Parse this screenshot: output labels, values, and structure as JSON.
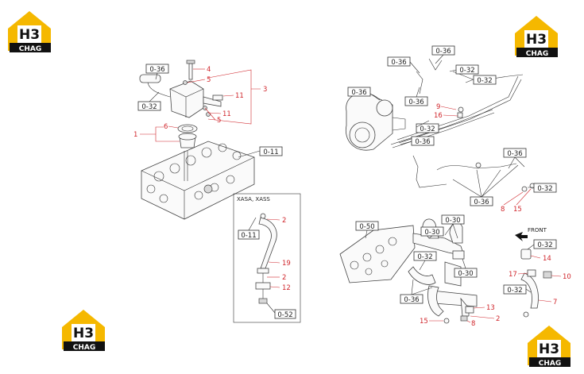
{
  "logos": {
    "mark": "H3",
    "brand": "CHAG"
  },
  "refs": {
    "r036": "0-36",
    "r032": "0-32",
    "r011": "0-11",
    "r030": "0-30",
    "r050": "0-50",
    "r052": "0-52"
  },
  "callouts": {
    "n1": "1",
    "n2": "2",
    "n3": "3",
    "n4": "4",
    "n5": "5",
    "n6": "6",
    "n7": "7",
    "n8": "8",
    "n9": "9",
    "n10": "10",
    "n11": "11",
    "n12": "12",
    "n13": "13",
    "n14": "14",
    "n15": "15",
    "n16": "16",
    "n17": "17",
    "n19": "19"
  },
  "labels": {
    "variant": "XASA, XASS",
    "front": "FRONT"
  }
}
